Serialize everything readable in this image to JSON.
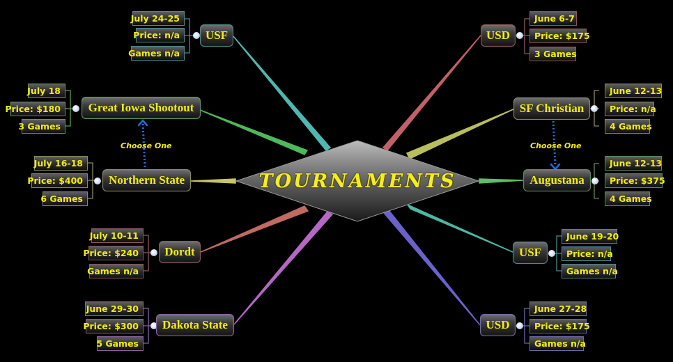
{
  "center": {
    "title": "TOURNAMENTS"
  },
  "colors": {
    "background": "#000000",
    "text_yellow": "#f2ec14"
  },
  "branches": [
    {
      "id": "usf-top",
      "label": "USF",
      "side": "left",
      "line_color": "#4fb7b0",
      "border_color": "#4a8a8c",
      "details": [
        {
          "text": "July 24-25"
        },
        {
          "text": "Price: n/a"
        },
        {
          "text": "Games n/a"
        }
      ]
    },
    {
      "id": "great-iowa-shootout",
      "label": "Great Iowa Shootout",
      "side": "left",
      "line_color": "#4fb85a",
      "border_color": "#5c9a5c",
      "details": [
        {
          "text": "July 18"
        },
        {
          "text": "Price: $180"
        },
        {
          "text": "3 Games"
        }
      ]
    },
    {
      "id": "northern-state",
      "label": "Northern State",
      "side": "left",
      "line_color": "#c8c46a",
      "border_color": "#8c8a5a",
      "details": [
        {
          "text": "July 16-18"
        },
        {
          "text": "Price: $400"
        },
        {
          "text": "6 Games"
        }
      ]
    },
    {
      "id": "dordt",
      "label": "Dordt",
      "side": "left",
      "line_color": "#c06a62",
      "border_color": "#8a5a5a",
      "details": [
        {
          "text": "July 10-11"
        },
        {
          "text": "Price: $240"
        },
        {
          "text": "Games n/a"
        }
      ]
    },
    {
      "id": "dakota-state",
      "label": "Dakota State",
      "side": "left",
      "line_color": "#b468c4",
      "border_color": "#8a62a0",
      "details": [
        {
          "text": "June 29-30"
        },
        {
          "text": "Price: $300"
        },
        {
          "text": "5 Games"
        }
      ]
    },
    {
      "id": "usd-top",
      "label": "USD",
      "side": "right",
      "line_color": "#c2606a",
      "border_color": "#8a5a52",
      "details": [
        {
          "text": "June 6-7"
        },
        {
          "text": "Price: $175"
        },
        {
          "text": "3 Games"
        }
      ]
    },
    {
      "id": "sf-christian",
      "label": "SF Christian",
      "side": "right",
      "line_color": "#b8be5c",
      "border_color": "#8a8a5a",
      "details": [
        {
          "text": "June 12-13"
        },
        {
          "text": "Price: n/a"
        },
        {
          "text": "4 Games"
        }
      ]
    },
    {
      "id": "augustana",
      "label": "Augustana",
      "side": "right",
      "line_color": "#5cc060",
      "border_color": "#5c8a5c",
      "details": [
        {
          "text": "June 12-13"
        },
        {
          "text": "Price: $375"
        },
        {
          "text": "4 Games"
        }
      ]
    },
    {
      "id": "usf-bottom",
      "label": "USF",
      "side": "right",
      "line_color": "#4cb8a4",
      "border_color": "#4a8a8c",
      "details": [
        {
          "text": "June 19-20"
        },
        {
          "text": "Price: n/a"
        },
        {
          "text": "Games n/a"
        }
      ]
    },
    {
      "id": "usd-bottom",
      "label": "USD",
      "side": "right",
      "line_color": "#6a62c8",
      "border_color": "#6a6aa8",
      "details": [
        {
          "text": "June 27-28"
        },
        {
          "text": "Price: $175"
        },
        {
          "text": "Games n/a"
        }
      ]
    }
  ],
  "relations": [
    {
      "from": "Northern State",
      "to": "Great Iowa Shootout",
      "label": "Choose One",
      "color": "#1e6fd8"
    },
    {
      "from": "SF Christian",
      "to": "Augustana",
      "label": "Choose One",
      "color": "#1e6fd8"
    }
  ]
}
